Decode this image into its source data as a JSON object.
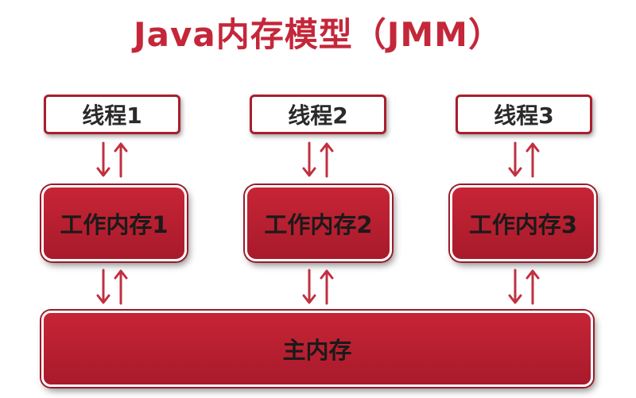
{
  "title": "Java内存模型（JMM）",
  "threads": [
    "线程1",
    "线程2",
    "线程3"
  ],
  "work_memory": [
    "工作内存1",
    "工作内存2",
    "工作内存3"
  ],
  "main_memory": "主内存",
  "colors": {
    "accent": "#c4273a",
    "box_fill": "#b81f30",
    "arrow": "#c03040"
  }
}
